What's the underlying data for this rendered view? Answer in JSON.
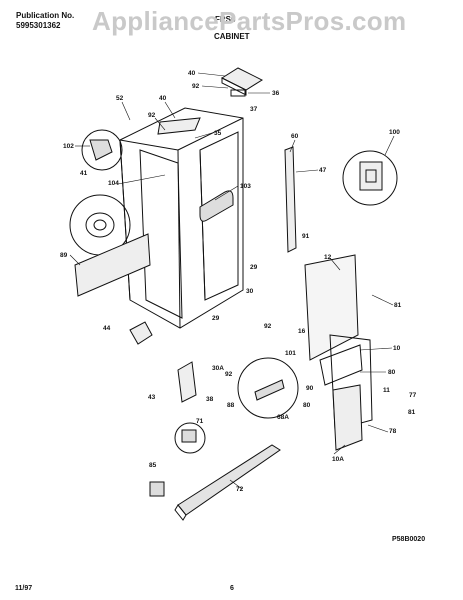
{
  "header": {
    "publication_label": "Publication No.",
    "publication_number": "5995301362",
    "model": "FRS6",
    "section": "CABINET",
    "watermark": "AppliancePartsPros.com"
  },
  "parts": [
    "40",
    "92",
    "36",
    "52",
    "40",
    "92",
    "37",
    "35",
    "60",
    "100",
    "102",
    "41",
    "104",
    "103",
    "47",
    "89",
    "91",
    "12",
    "29",
    "81",
    "30",
    "92",
    "16",
    "29",
    "44",
    "30A",
    "101",
    "10",
    "90",
    "92",
    "43",
    "38",
    "80",
    "11",
    "77",
    "88",
    "80",
    "81",
    "68A",
    "78",
    "71",
    "85",
    "10A",
    "72"
  ],
  "footer": {
    "diagram_code": "P58B0020",
    "date": "11/97",
    "page": "6"
  }
}
